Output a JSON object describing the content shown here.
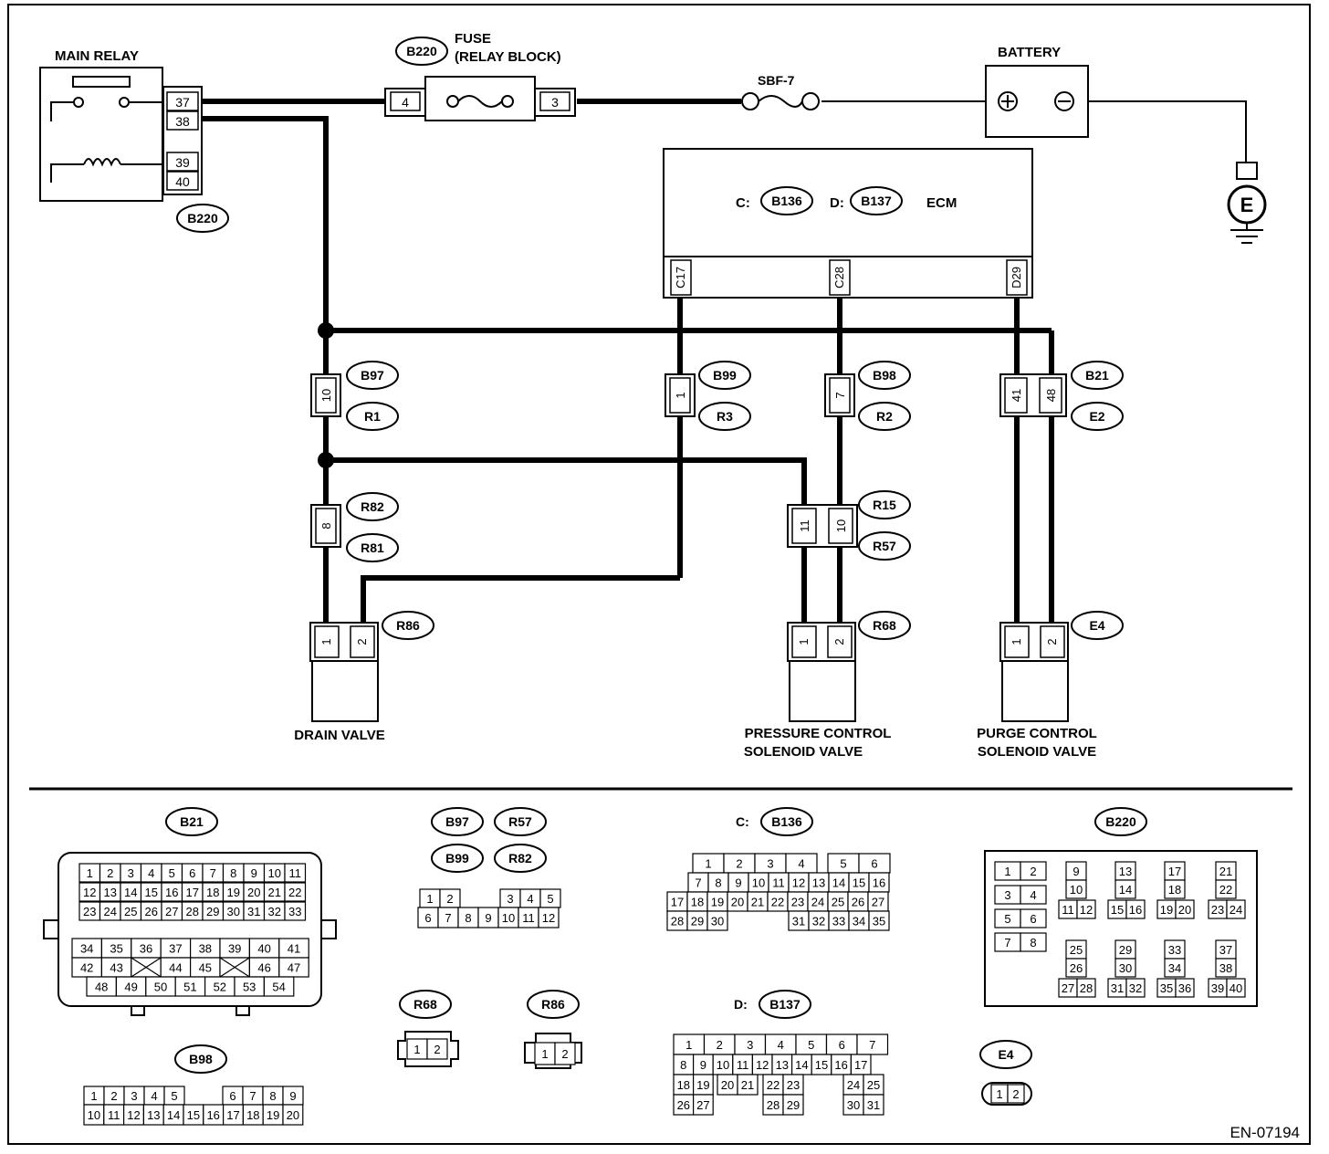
{
  "labels": {
    "main_relay": "MAIN RELAY",
    "fuse": "FUSE",
    "fuse_block": "(RELAY BLOCK)",
    "sbf": "SBF-7",
    "battery": "BATTERY",
    "ecm": "ECM",
    "ecm_c": "C:",
    "ecm_d": "D:",
    "ground": "E",
    "drain_valve": "DRAIN VALVE",
    "pcsv_1": "PRESSURE CONTROL",
    "pcsv_2": "SOLENOID VALVE",
    "purge_1": "PURGE CONTROL",
    "purge_2": "SOLENOID VALVE",
    "figure_id": "EN-07194",
    "c_prefix": "C:",
    "d_prefix": "D:"
  },
  "connectors": {
    "B220": "B220",
    "B136": "B136",
    "B137": "B137",
    "B97": "B97",
    "R1": "R1",
    "B99": "B99",
    "R3": "R3",
    "B98": "B98",
    "R2": "R2",
    "B21": "B21",
    "E2": "E2",
    "R82": "R82",
    "R81": "R81",
    "R15": "R15",
    "R57": "R57",
    "R86": "R86",
    "R68": "R68",
    "E4": "E4"
  },
  "pins": {
    "relay_37": "37",
    "relay_38": "38",
    "relay_39": "39",
    "relay_40": "40",
    "fuse_4": "4",
    "fuse_3": "3",
    "c17": "C17",
    "c28": "C28",
    "d29": "D29",
    "b97_10": "10",
    "b99_1": "1",
    "b98_7": "7",
    "b21_41": "41",
    "b21_48": "48",
    "r82_8": "8",
    "r15_11": "11",
    "r15_10": "10",
    "r86_1": "1",
    "r86_2": "2",
    "r68_1": "1",
    "r68_2": "2",
    "e4_1": "1",
    "e4_2": "2"
  },
  "faces": {
    "b21_rows": [
      [
        "1",
        "2",
        "3",
        "4",
        "5",
        "6",
        "7",
        "8",
        "9",
        "10",
        "11"
      ],
      [
        "12",
        "13",
        "14",
        "15",
        "16",
        "17",
        "18",
        "19",
        "20",
        "21",
        "22"
      ],
      [
        "23",
        "24",
        "25",
        "26",
        "27",
        "28",
        "29",
        "30",
        "31",
        "32",
        "33"
      ],
      [
        "34",
        "35",
        "36",
        "37",
        "38",
        "39",
        "40",
        "41"
      ],
      [
        "42",
        "43",
        "",
        "44",
        "45",
        "",
        "46",
        "47"
      ],
      [
        "48",
        "49",
        "50",
        "51",
        "52",
        "53",
        "54"
      ]
    ],
    "b97_row1": [
      "1",
      "2",
      "",
      "3",
      "4",
      "5"
    ],
    "b97_row2": [
      "6",
      "7",
      "8",
      "9",
      "10",
      "11",
      "12"
    ],
    "b98_row1": [
      "1",
      "2",
      "3",
      "4",
      "5",
      "",
      "6",
      "7",
      "8",
      "9"
    ],
    "b98_row2": [
      "10",
      "11",
      "12",
      "13",
      "14",
      "15",
      "16",
      "17",
      "18",
      "19",
      "20"
    ],
    "b136_rows": [
      [
        "1",
        "2",
        "3",
        "4",
        "",
        "5",
        "6"
      ],
      [
        "7",
        "8",
        "9",
        "10",
        "11",
        "12",
        "13",
        "14",
        "15",
        "16"
      ],
      [
        "17",
        "18",
        "19",
        "20",
        "21",
        "22",
        "23",
        "24",
        "25",
        "26",
        "27"
      ],
      [
        "28",
        "29",
        "30",
        "31",
        "32",
        "33",
        "34",
        "35"
      ]
    ],
    "b137_rows": [
      [
        "1",
        "2",
        "3",
        "4",
        "5",
        "6",
        "7"
      ],
      [
        "8",
        "9",
        "10",
        "11",
        "12",
        "13",
        "14",
        "15",
        "16",
        "17"
      ],
      [
        "18",
        "19",
        "20",
        "21",
        "22",
        "23",
        "24",
        "25"
      ],
      [
        "26",
        "27",
        "28",
        "29",
        "30",
        "31"
      ]
    ],
    "b220_pairs": [
      [
        "1",
        "2"
      ],
      [
        "3",
        "4"
      ],
      [
        "5",
        "6"
      ],
      [
        "7",
        "8"
      ]
    ],
    "b220_groups": [
      [
        "9",
        "10",
        "11",
        "12"
      ],
      [
        "13",
        "14",
        "15",
        "16"
      ],
      [
        "17",
        "18",
        "19",
        "20"
      ],
      [
        "21",
        "22",
        "23",
        "24"
      ],
      [
        "25",
        "26",
        "27",
        "28"
      ],
      [
        "29",
        "30",
        "31",
        "32"
      ],
      [
        "33",
        "34",
        "35",
        "36"
      ],
      [
        "37",
        "38",
        "39",
        "40"
      ]
    ],
    "r68": [
      "1",
      "2"
    ],
    "r86": [
      "1",
      "2"
    ],
    "e4": [
      "1",
      "2"
    ]
  }
}
